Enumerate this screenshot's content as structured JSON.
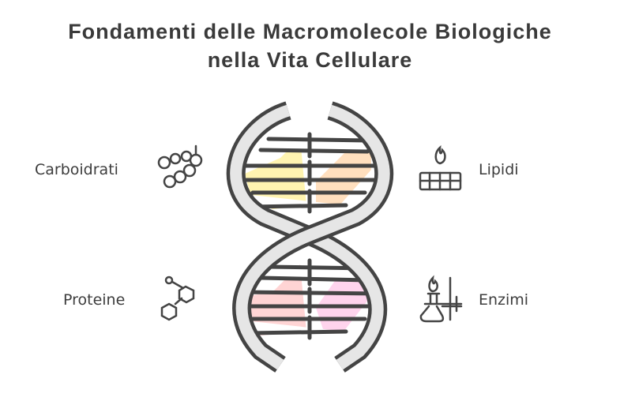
{
  "title": {
    "line1": "Fondamenti delle Macromolecole Biologiche",
    "line2": "nella Vita Cellulare"
  },
  "items": [
    {
      "label": "Carboidrati",
      "icon": "carbohydrate-chain-icon",
      "color": "#fff3a8"
    },
    {
      "label": "Lipidi",
      "icon": "lipid-flame-grid-icon",
      "color": "#ffdcb8"
    },
    {
      "label": "Proteine",
      "icon": "molecule-rings-icon",
      "color": "#ffd0d0"
    },
    {
      "label": "Enzimi",
      "icon": "lab-burner-flask-icon",
      "color": "#ffd0ec"
    }
  ],
  "colors": {
    "stroke": "#444444",
    "ribbon": "#e6e6e6"
  }
}
